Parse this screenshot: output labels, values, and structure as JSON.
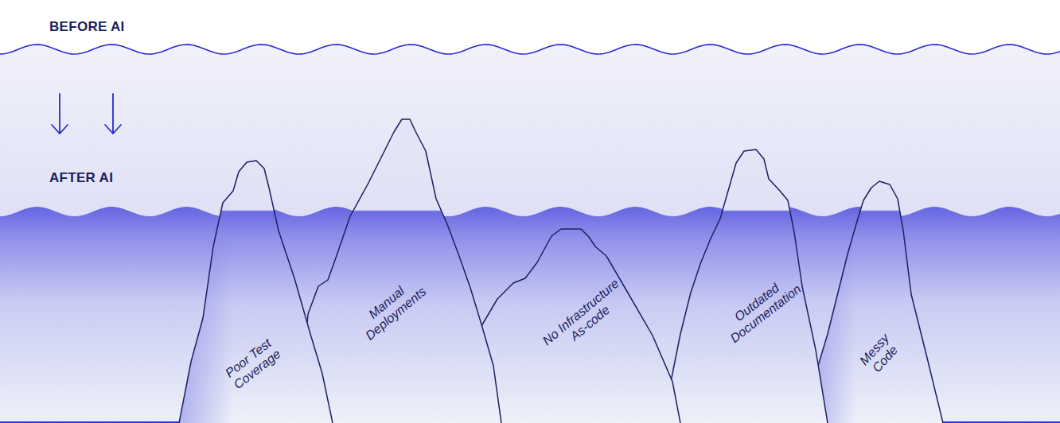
{
  "diagram": {
    "nodes": [
      {
        "text": [
          "Poor Test Coverage"
        ]
      },
      {
        "text": [
          "Manual Deployments"
        ]
      },
      {
        "text": [
          "No Infrastructure As-code"
        ]
      },
      {
        "text": [
          "Outdated Documentation"
        ]
      },
      {
        "text": [
          "Messy Code"
        ]
      }
    ],
    "labels": [
      "BEFORE AI",
      "AFTER AI"
    ]
  }
}
